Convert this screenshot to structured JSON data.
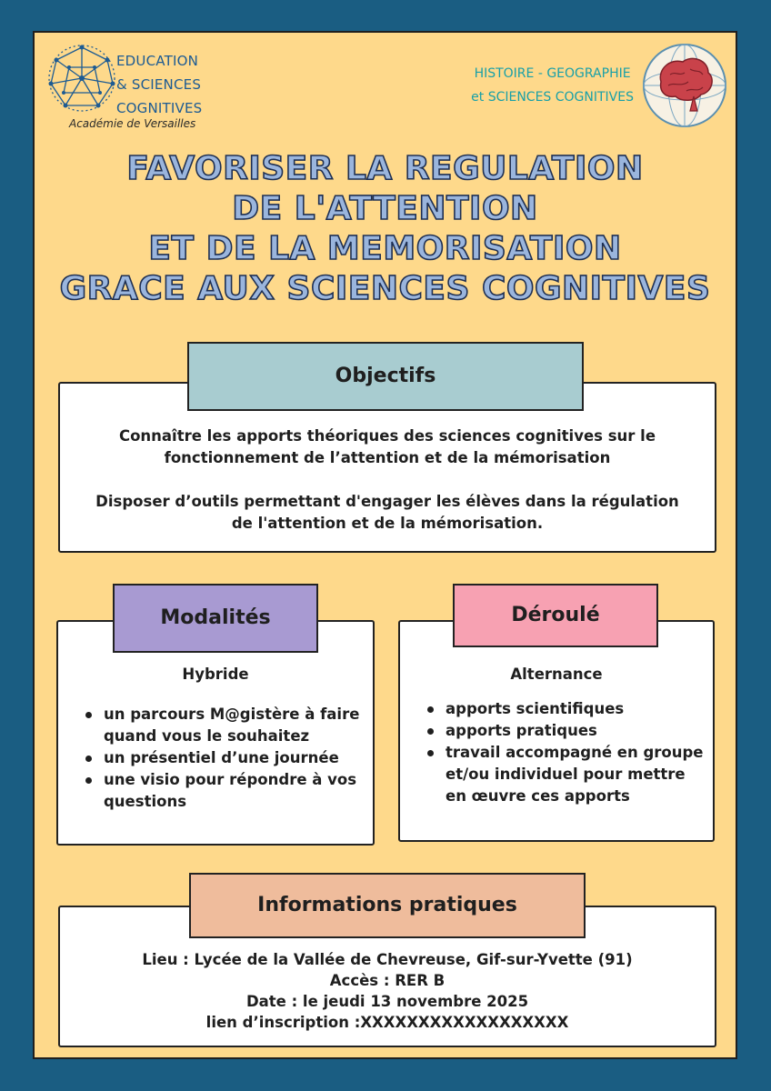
{
  "header": {
    "logo_line1": "EDUCATION",
    "logo_line2": "& SCIENCES",
    "logo_line3": "COGNITIVES",
    "logo_sub": "Académie de Versailles",
    "right_line1": "HISTOIRE - GEOGRAPHIE",
    "right_line2": "et SCIENCES COGNITIVES"
  },
  "title": {
    "line1": "FAVORISER LA REGULATION",
    "line2": "DE L'ATTENTION",
    "line3": "ET DE LA MEMORISATION",
    "line4": "GRACE AUX SCIENCES COGNITIVES"
  },
  "objectifs": {
    "heading": "Objectifs",
    "p1_line1": "Connaître les apports théoriques des sciences cognitives sur le",
    "p1_line2": "fonctionnement de l’attention et de la mémorisation",
    "p2_line1": "Disposer d’outils permettant d'engager les élèves dans la régulation",
    "p2_line2": "de l'attention et de la mémorisation."
  },
  "modalites": {
    "heading": "Modalités",
    "subtitle": "Hybride",
    "items": [
      "un parcours M@gistère à faire quand vous le souhaitez",
      "un présentiel d’une journée",
      "une visio pour répondre à vos questions"
    ]
  },
  "deroule": {
    "heading": "Déroulé",
    "subtitle": "Alternance",
    "items": [
      "apports scientifiques",
      "apports pratiques",
      "travail accompagné en groupe et/ou individuel pour mettre en œuvre ces apports"
    ]
  },
  "infos": {
    "heading": "Informations pratiques",
    "lieu": "Lieu : Lycée de la Vallée de Chevreuse, Gif-sur-Yvette (91)",
    "acces": "Accès : RER B",
    "date": "Date : le jeudi 13 novembre 2025",
    "lien": "lien d’inscription :XXXXXXXXXXXXXXXXXX"
  },
  "colors": {
    "background": "#1a5d82",
    "poster": "#fed98b",
    "title_fill": "#9ab5dd",
    "objectifs_label": "#a8ccd0",
    "modalites_label": "#a89ad2",
    "deroule_label": "#f7a1b2",
    "infos_label": "#efbc9c",
    "logo_blue": "#1d5b93",
    "teal_text": "#19a0a8"
  },
  "icons": {
    "left_logo": "neural-network-globe-icon",
    "right_logo": "brain-globe-icon"
  }
}
